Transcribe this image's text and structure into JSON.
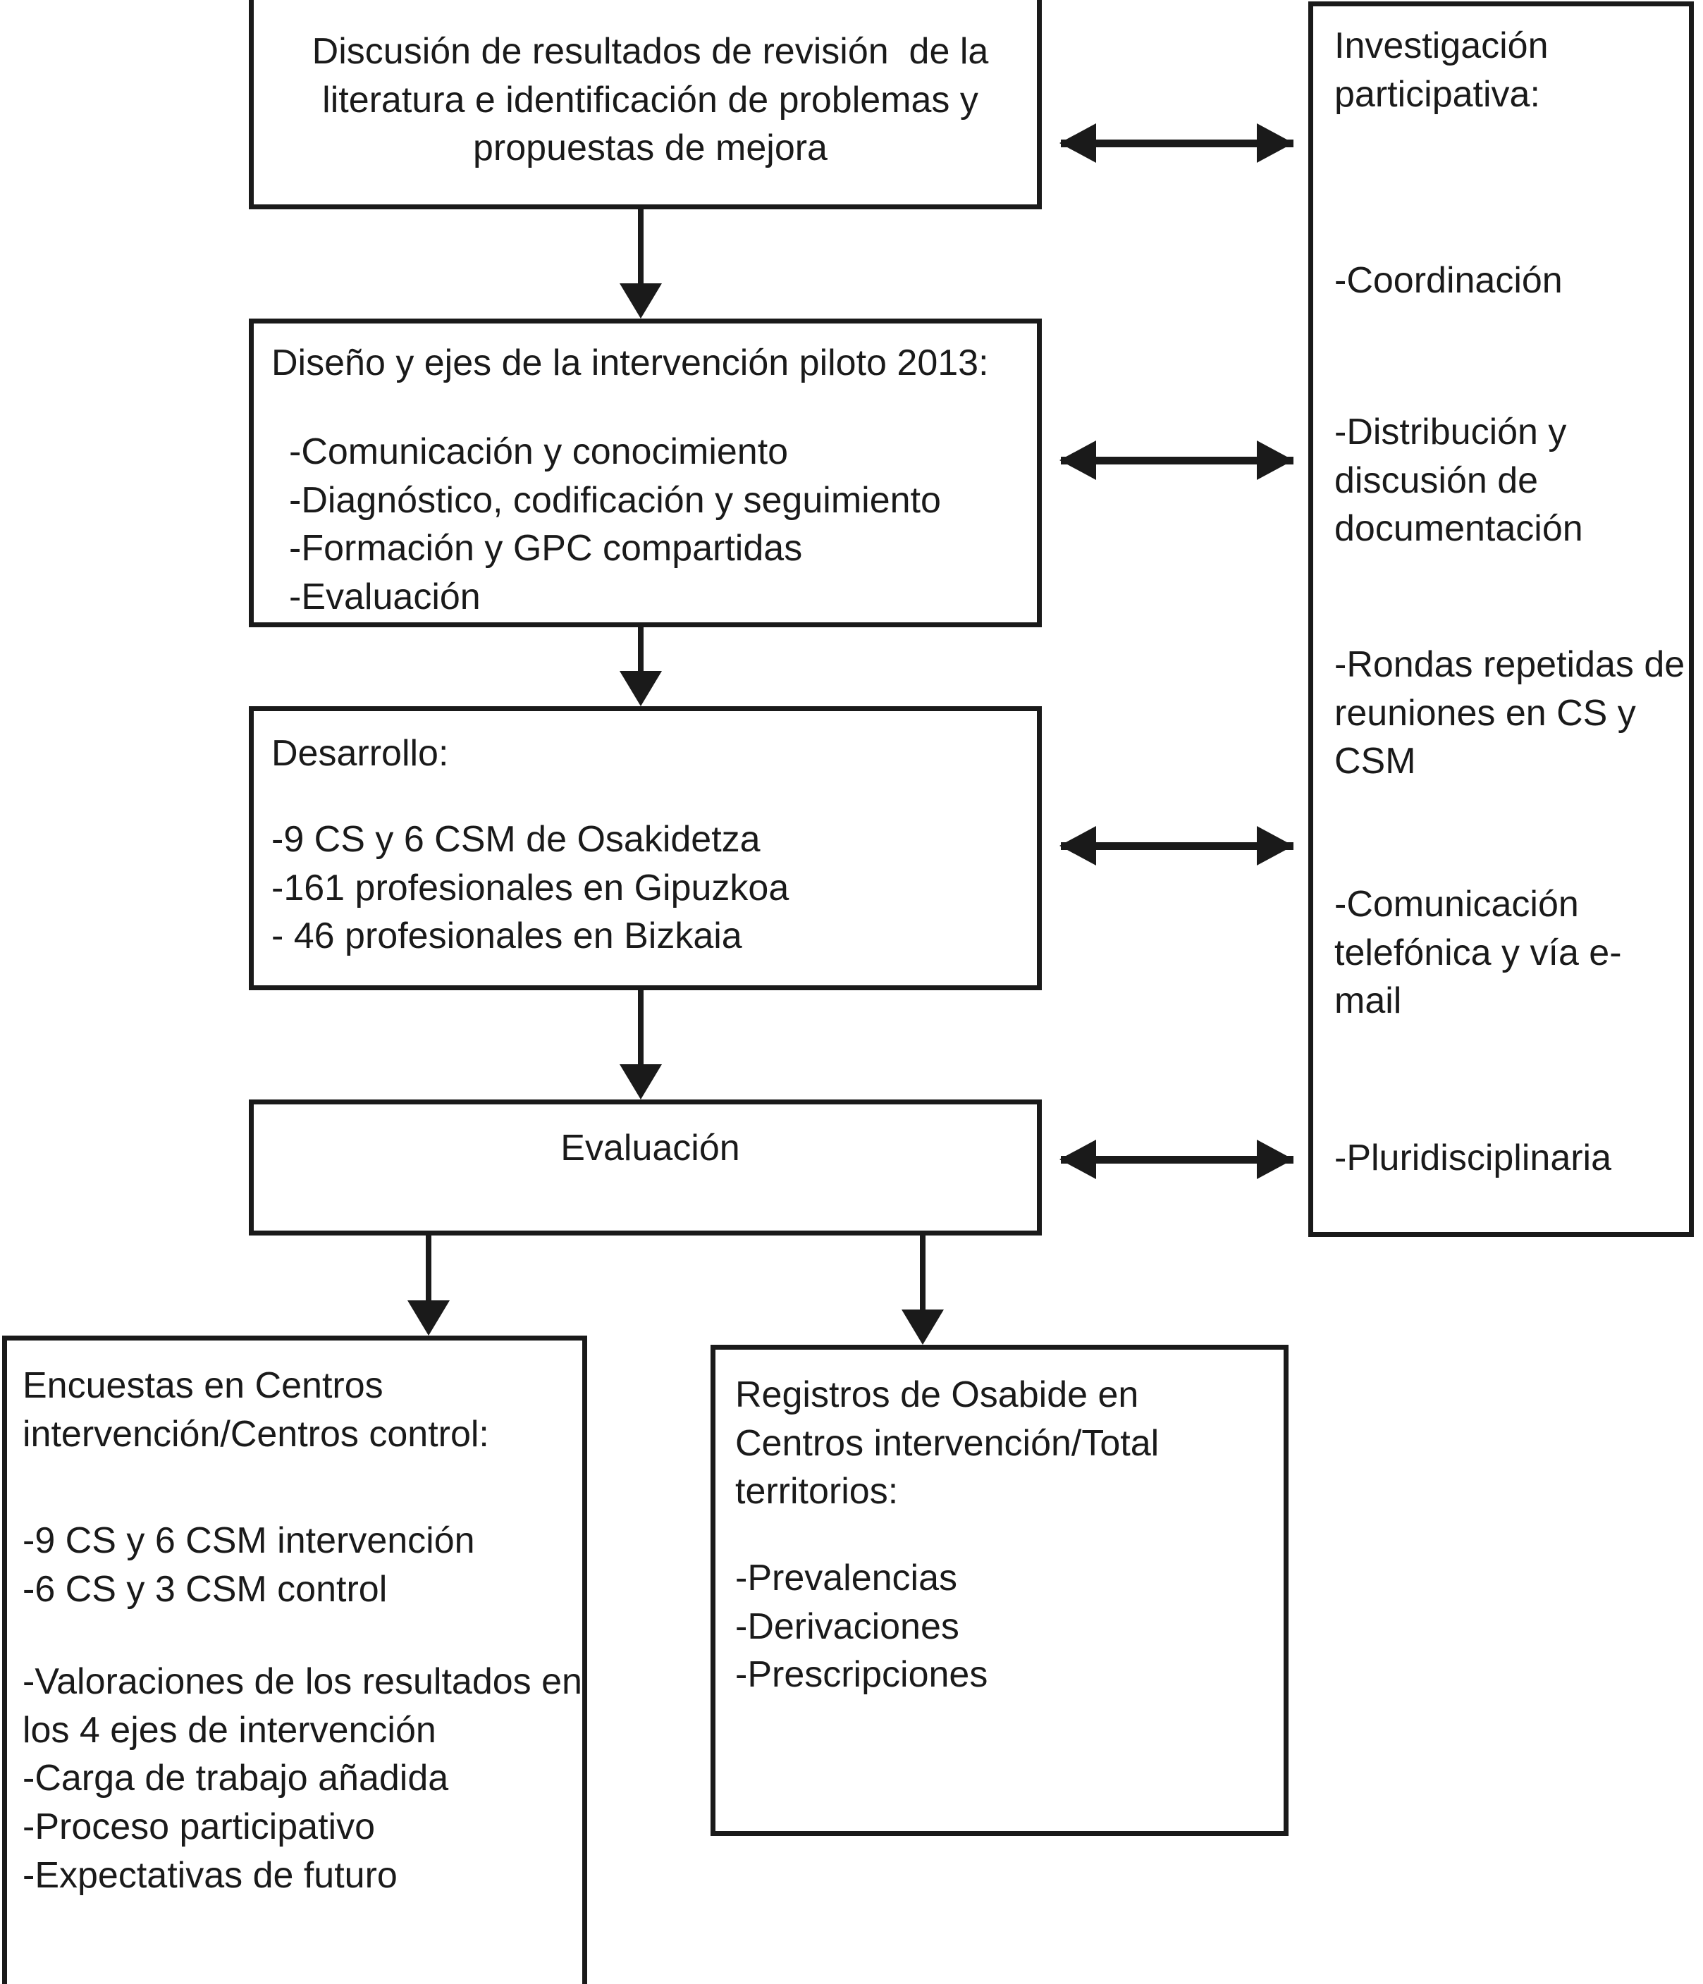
{
  "diagram": {
    "title": "Esquema de la intervencion piloto",
    "accent_color": "#1a1a1a",
    "background_color": "#ffffff"
  },
  "boxes": {
    "discusion": {
      "text": "Discusión de resultados de revisión  de la literatura e identificación de problemas y propuestas de mejora"
    },
    "diseno": {
      "heading": "Diseño y ejes de la intervención piloto 2013:",
      "items": [
        "-Comunicación y conocimiento",
        "-Diagnóstico, codificación y seguimiento",
        "-Formación y GPC compartidas",
        "-Evaluación"
      ]
    },
    "desarrollo": {
      "heading": "Desarrollo:",
      "items": [
        "-9 CS y 6 CSM de Osakidetza",
        "-161 profesionales en Gipuzkoa",
        "- 46 profesionales en Bizkaia"
      ]
    },
    "evaluacion": {
      "text": "Evaluación"
    },
    "encuestas": {
      "heading": "Encuestas en Centros intervención/Centros control:",
      "group_a": [
        "-9 CS y 6 CSM intervención",
        "-6 CS y 3 CSM control"
      ],
      "group_b": [
        "-Valoraciones de los resultados en los 4 ejes de intervención",
        "-Carga de trabajo añadida",
        "-Proceso participativo",
        "-Expectativas de futuro"
      ]
    },
    "registros": {
      "heading": "Registros de Osabide en Centros intervención/Total territorios:",
      "items": [
        "-Prevalencias",
        "-Derivaciones",
        "-Prescripciones"
      ]
    },
    "investigacion": {
      "heading": "Investigación participativa:",
      "items": [
        "-Coordinación",
        "-Distribución y discusión de documentación",
        "-Rondas repetidas de reuniones en CS y CSM",
        "-Comunicación telefónica y vía e-mail",
        "-Pluridisciplinaria"
      ]
    }
  },
  "connectors": {
    "down_1_label": "discusion-to-diseno",
    "down_2_label": "diseno-to-desarrollo",
    "down_3_label": "desarrollo-to-evaluacion",
    "branch_left_label": "evaluacion-to-encuestas",
    "branch_right_label": "evaluacion-to-registros",
    "bidirectional_labels": [
      "discusion-investigacion",
      "diseno-investigacion",
      "desarrollo-investigacion",
      "evaluacion-investigacion"
    ]
  }
}
